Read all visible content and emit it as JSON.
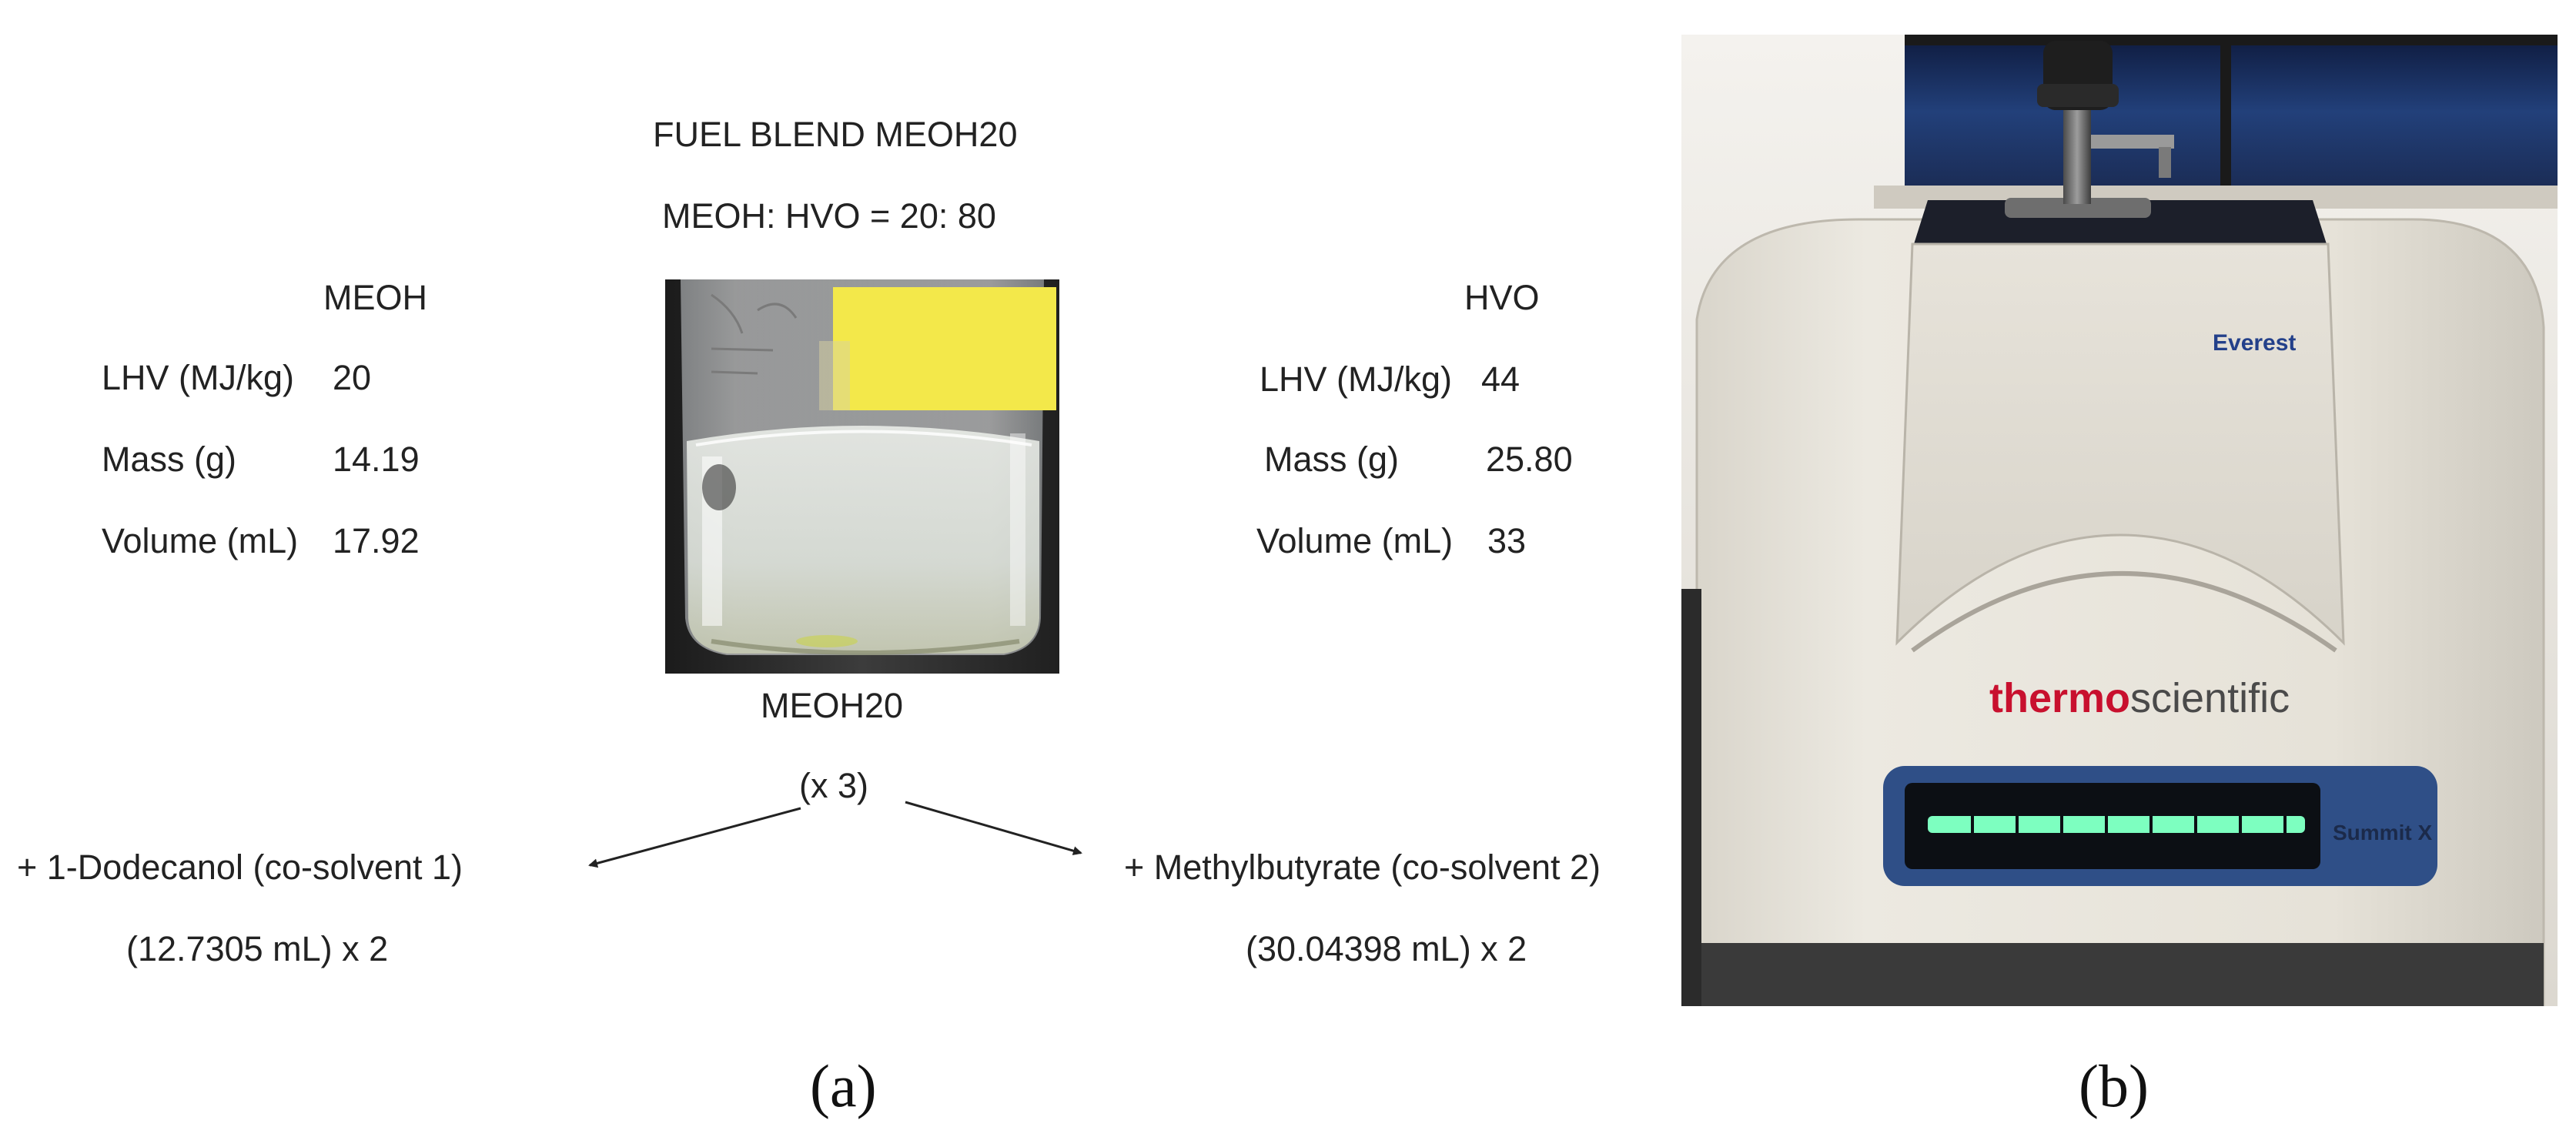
{
  "panel_a": {
    "title": "FUEL BLEND MEOH20",
    "ratio": "MEOH: HVO = 20: 80",
    "meoh": {
      "heading": "MEOH",
      "rows": [
        {
          "label": "LHV (MJ/kg)",
          "value": "20"
        },
        {
          "label": "Mass (g)",
          "value": "14.19"
        },
        {
          "label": "Volume (mL)",
          "value": "17.92"
        }
      ]
    },
    "hvo": {
      "heading": "HVO",
      "rows": [
        {
          "label": "LHV (MJ/kg)",
          "value": "44"
        },
        {
          "label": "Mass (g)",
          "value": "25.80"
        },
        {
          "label": "Volume (mL)",
          "value": "33"
        }
      ]
    },
    "beaker_caption": "MEOH20",
    "multiplier": "(x 3)",
    "cosolvent_1": {
      "name": "+ 1-Dodecanol (co-solvent 1)",
      "amount": "(12.7305 mL) x 2"
    },
    "cosolvent_2": {
      "name": "+ Methylbutyrate (co-solvent 2)",
      "amount": "(30.04398 mL) x 2"
    },
    "label": "(a)"
  },
  "panel_b": {
    "label": "(b)",
    "device_model": "Everest",
    "brand_thermo": "thermo",
    "brand_scientific": "scientific",
    "series": "Summit X"
  },
  "colors": {
    "text": "#222222",
    "thermo_red": "#c8102e",
    "beaker_label_yellow": "#f3e84a",
    "led_green": "#7dffc0",
    "device_shell": "#e6e2d8"
  }
}
